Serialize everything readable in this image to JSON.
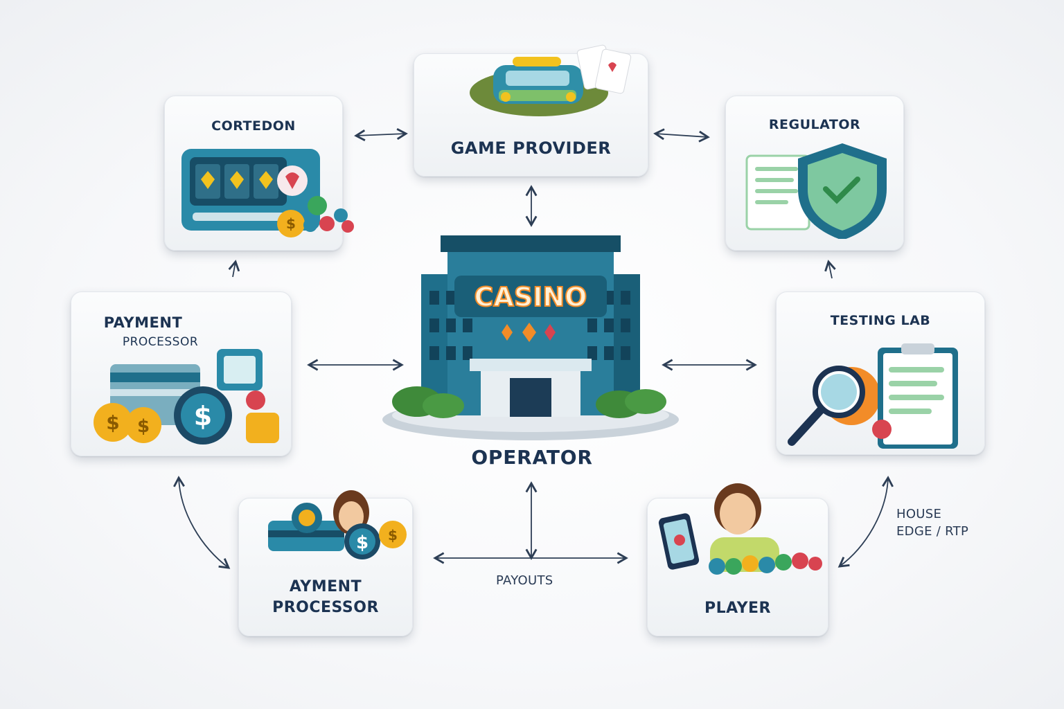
{
  "nodes": {
    "top_left": {
      "title": "CORTEDON"
    },
    "game_provider": {
      "title": "GAME PROVIDER"
    },
    "regulator": {
      "title": "REGULATOR"
    },
    "payment_left": {
      "title_line1": "PAYMENT",
      "title_line2": "PROCESSOR"
    },
    "testing_lab": {
      "title": "TESTING LAB"
    },
    "payment_bottom": {
      "title_line1": "AYMENT",
      "title_line2": "PROCESSOR"
    },
    "player": {
      "title": "PLAYER"
    },
    "operator": {
      "title": "OPERATOR",
      "sign": "CASINO"
    }
  },
  "edge_labels": {
    "payouts": "PAYOUTS",
    "house_edge_line1": "HOUSE",
    "house_edge_line2": "EDGE / RTP"
  },
  "colors": {
    "teal": "#1f6f8b",
    "navy": "#1c3352",
    "gold": "#f2b01e",
    "green": "#3aa65c",
    "accent_orange": "#f28c28"
  }
}
